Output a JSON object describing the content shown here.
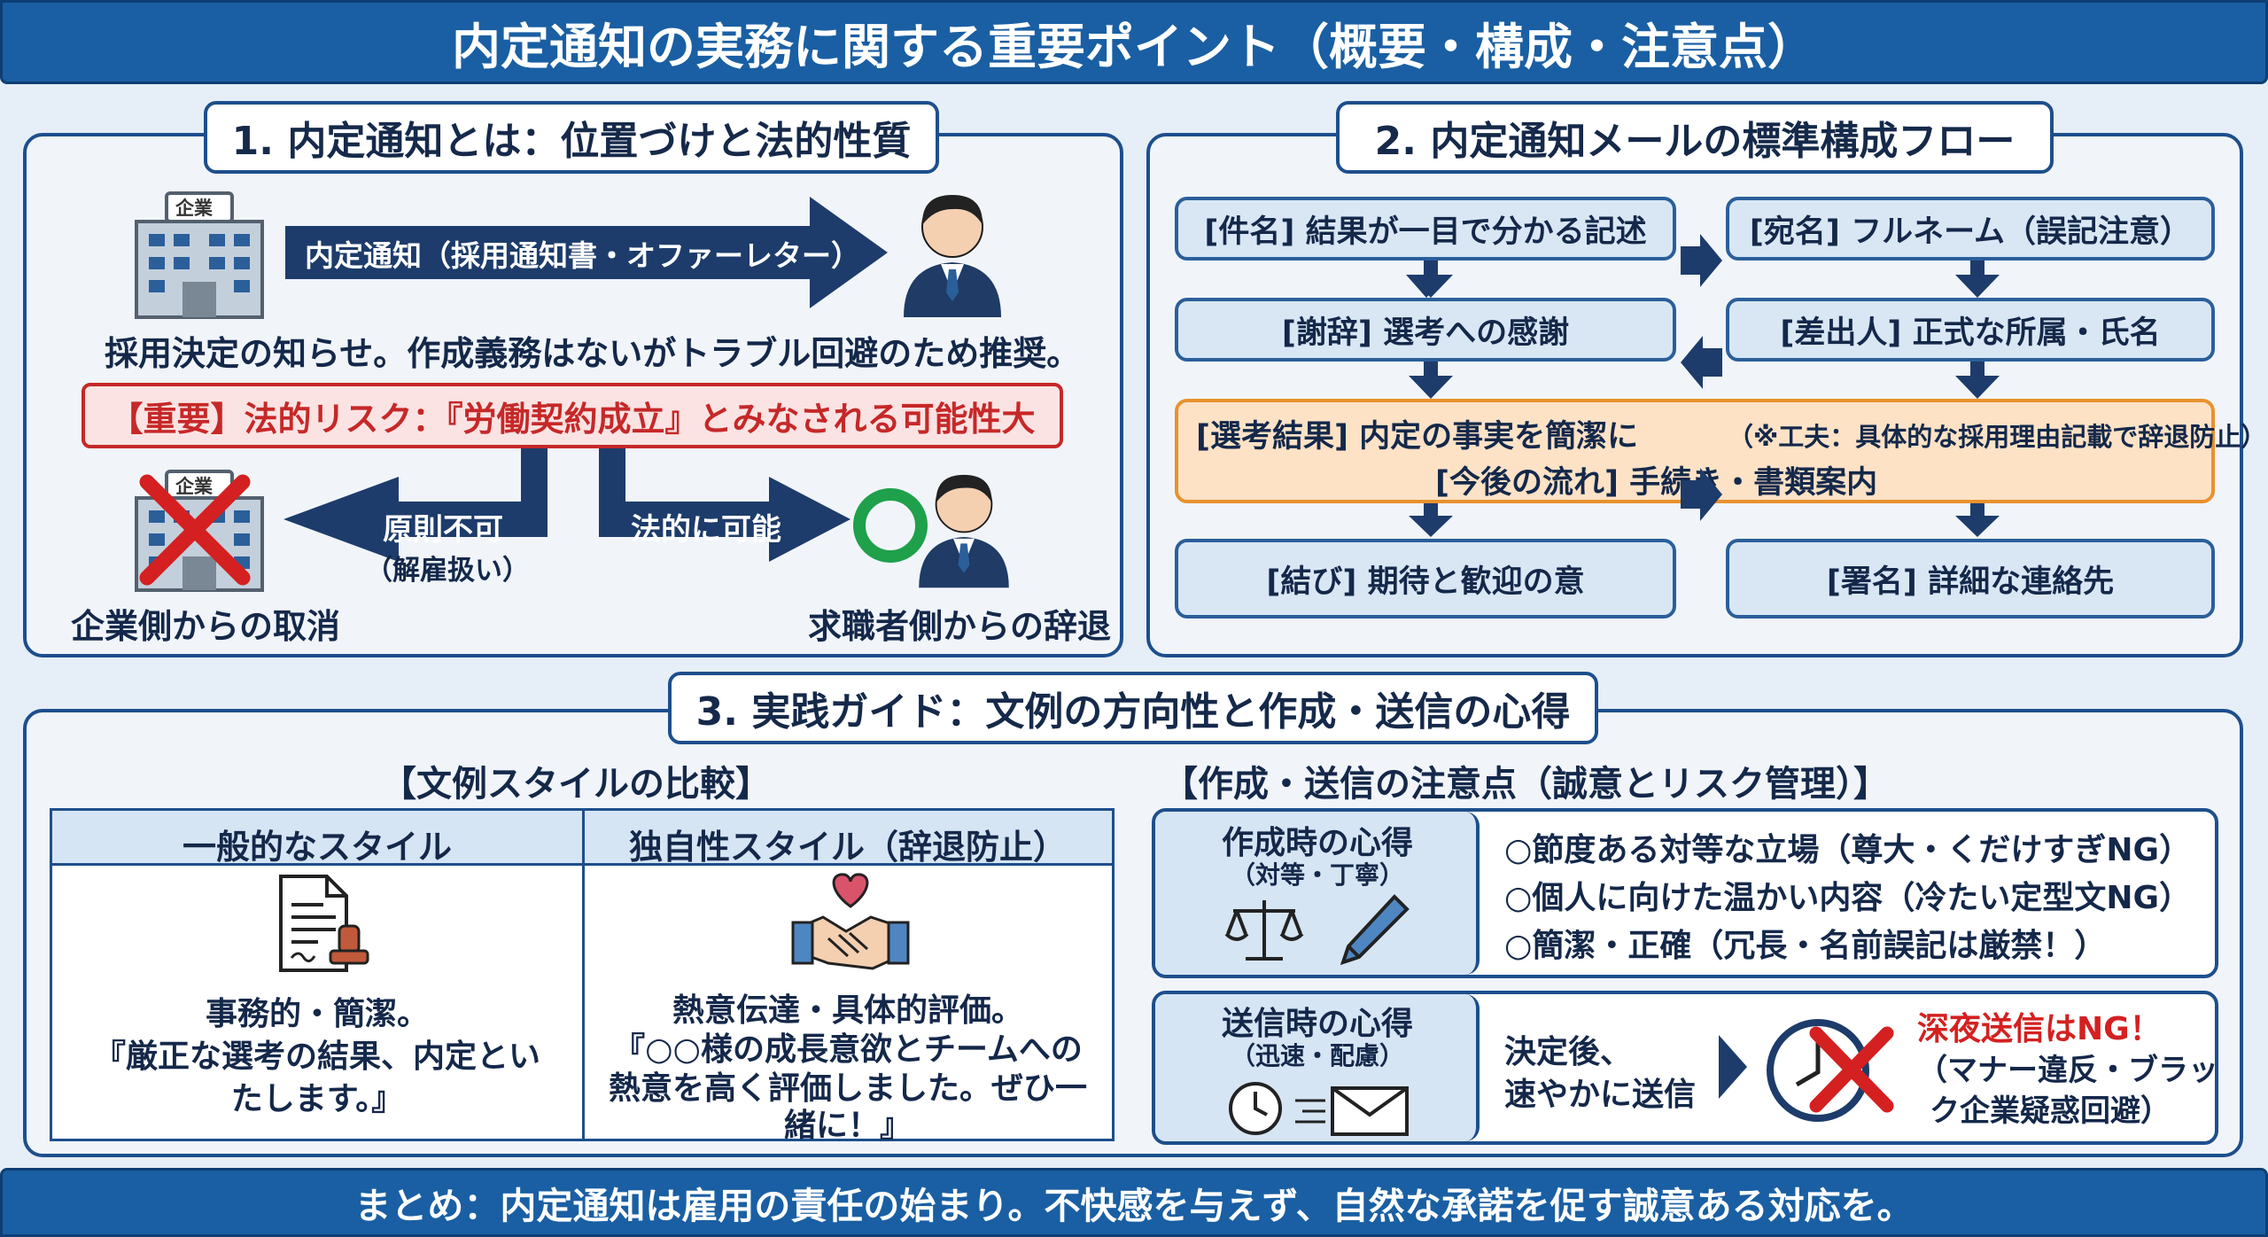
{
  "title": "内定通知の実務に関する重要ポイント（概要・構成・注意点）",
  "footer": "まとめ：内定通知は雇用の責任の始まり。不快感を与えず、自然な承諾を促す誠意ある対応を。",
  "section1": {
    "heading": "1. 内定通知とは：位置づけと法的性質",
    "company_sign": "企業",
    "arrow_label": "内定通知（採用通知書・オファーレター）",
    "description": "採用決定の知らせ。作成義務はないがトラブル回避のため推奨。",
    "warning": "【重要】法的リスク：『労働契約成立』とみなされる可能性大",
    "left_arrow_label": "原則不可",
    "left_arrow_sub": "（解雇扱い）",
    "right_arrow_label": "法的に可能",
    "company_cancel": "企業側からの取消",
    "applicant_decline": "求職者側からの辞退"
  },
  "section2": {
    "heading": "2. 内定通知メールの標準構成フロー",
    "subject": "[件名] 結果が一目で分かる記述",
    "addressee": "[宛名] フルネーム（誤記注意）",
    "thanks": "[謝辞] 選考への感謝",
    "sender": "[差出人] 正式な所属・氏名",
    "result_line1": "[選考結果] 内定の事実を簡潔に",
    "result_note": "（※工夫：具体的な採用理由記載で辞退防止）",
    "result_line2": "[今後の流れ] 手続き・書類案内",
    "closing": "[結び] 期待と歓迎の意",
    "signature": "[署名] 詳細な連絡先"
  },
  "section3": {
    "heading": "3. 実践ガイド：文例の方向性と作成・送信の心得",
    "compare_title": "【文例スタイルの比較】",
    "general_header": "一般的なスタイル",
    "unique_header": "独自性スタイル（辞退防止）",
    "general_line1": "事務的・簡潔。",
    "general_line2": "『厳正な選考の結果、内定とい",
    "general_line3": "たします。』",
    "unique_line1": "熱意伝達・具体的評価。",
    "unique_line2": "『○○様の成長意欲とチームへの",
    "unique_line3": "熱意を高く評価しました。ぜひ一",
    "unique_line4": "緒に！』",
    "tips_title": "【作成・送信の注意点（誠意とリスク管理）】",
    "create_title": "作成時の心得",
    "create_sub": "（対等・丁寧）",
    "create_points": [
      "○節度ある対等な立場（尊大・くだけすぎNG）",
      "○個人に向けた温かい内容（冷たい定型文NG）",
      "○簡潔・正確（冗長・名前誤記は厳禁！）"
    ],
    "send_title": "送信時の心得",
    "send_sub": "（迅速・配慮）",
    "send_line1": "決定後、",
    "send_line2": "速やかに送信",
    "ng_title": "深夜送信はNG！",
    "ng_line1": "（マナー違反・ブラッ",
    "ng_line2": "ク企業疑惑回避）"
  },
  "colors": {
    "primary": "#1a5fa3",
    "navy": "#1d3c6b",
    "box_fill": "#d9e7f5",
    "warning_red": "#c62828",
    "highlight_orange": "#fde2c6",
    "ng_red": "#d42020",
    "circle_green": "#1fa04a"
  },
  "icons": [
    "building-icon",
    "businessperson-icon",
    "cross-mark-icon",
    "circle-mark-icon",
    "document-seal-icon",
    "handshake-heart-icon",
    "scales-icon",
    "pen-icon",
    "clock-icon",
    "envelope-icon",
    "clock-cross-icon"
  ]
}
